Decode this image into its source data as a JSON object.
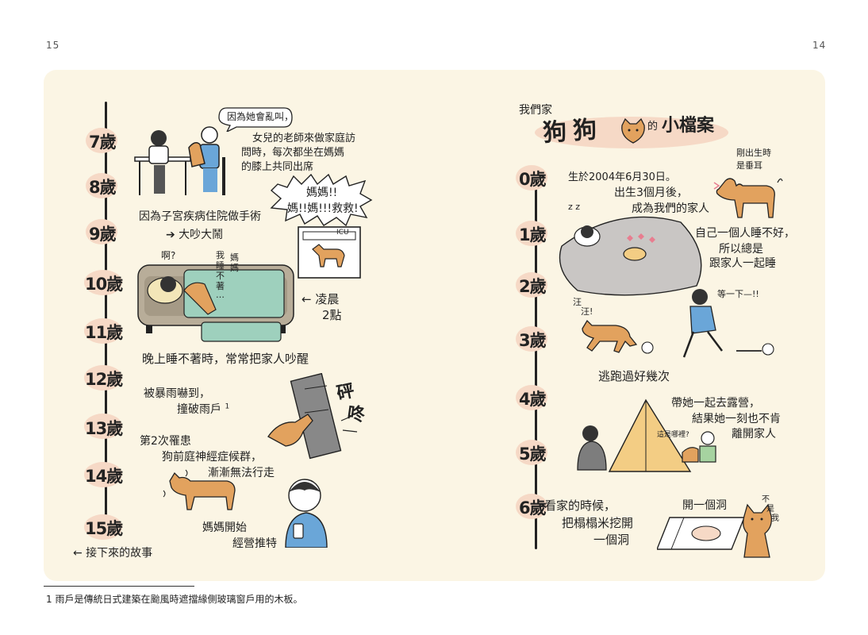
{
  "page_numbers": {
    "left": "15",
    "right": "14"
  },
  "left_timeline": {
    "ages": [
      "7歲",
      "8歲",
      "9歲",
      "10歲",
      "11歲",
      "12歲",
      "13歲",
      "14歲",
      "15歲"
    ],
    "captions": {
      "aside": "因為她會亂叫，",
      "teacher_visit": [
        "女兒的老師來做家庭訪",
        "問時，每次都坐在媽媽",
        "的膝上共同出席"
      ],
      "shout": [
        "媽媽!!",
        "媽!!媽!!!救救!"
      ],
      "icu": "ICU",
      "surgery": "因為子宮疾病住院做手術",
      "uproar": "➔ 大吵大鬧",
      "ah": "啊?",
      "vertical_text": [
        "我",
        "睡",
        "不",
        "著",
        "…"
      ],
      "vertical_text2": [
        "媽",
        "媽"
      ],
      "dawn": [
        "← 凌晨",
        "2點"
      ],
      "wake": "晚上睡不著時，常常把家人吵醒",
      "storm": [
        "被暴雨嚇到，",
        "撞破雨戶"
      ],
      "storm_note": "1",
      "bang": [
        "砰",
        "咚"
      ],
      "illness": [
        "第2次罹患",
        "狗前庭神經症候群，",
        "漸漸無法行走"
      ],
      "mom": [
        "媽媽開始",
        "經營推特"
      ],
      "next": "← 接下來的故事"
    }
  },
  "right_timeline": {
    "title": {
      "prefix": "我們家",
      "big": "狗狗",
      "suffix_small": "的",
      "suffix": "小檔案"
    },
    "ages": [
      "0歲",
      "1歲",
      "2歲",
      "3歲",
      "4歲",
      "5歲",
      "6歲"
    ],
    "captions": {
      "born": "生於2004年6月30日。",
      "adopted": [
        "出生3個月後，",
        "成為我們的家人"
      ],
      "ears": [
        "剛出生時",
        "是垂耳"
      ],
      "sleep": [
        "自己一個人睡不好，",
        "所以總是",
        "跟家人一起睡"
      ],
      "wait": "等一下—!!",
      "bark": [
        "汪",
        "汪!"
      ],
      "escape": "逃跑過好幾次",
      "camp": [
        "帶她一起去露營，",
        "結果她一刻也不肯",
        "離開家人"
      ],
      "where": "這是哪裡?",
      "alone": [
        "看家的時候，",
        "把榻榻米挖開",
        "一個洞"
      ],
      "hole": "開一個洞",
      "not_me": [
        "不",
        "是",
        "我"
      ]
    }
  },
  "footnote": "1 雨戶是傳統日式建築在颱風時遮擋緣側玻璃窗戶用的木板。",
  "colors": {
    "panel": "#fbf5e4",
    "bubble": "#f6d9c6",
    "dog": "#e2a25e",
    "sofa": "#b8ad99",
    "blanket": "#9ed0bd",
    "tent": "#f3cd84",
    "shirt": "#6aa6d8"
  }
}
